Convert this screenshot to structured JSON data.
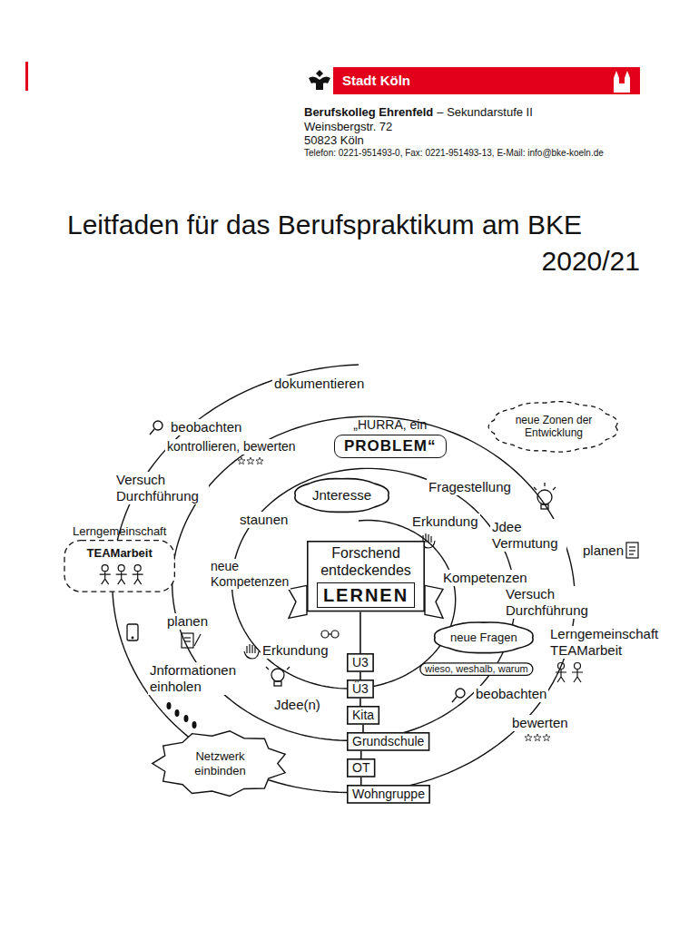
{
  "diagram": {
    "title": "Leitfaden für das Berufspraktikum am BKE",
    "nodes": [
      {
        "text": [
          "neue Zonen der Entwicklung"
        ]
      },
      {
        "text": [
          "„HURRA, ein",
          "PROBLEM“"
        ]
      },
      {
        "text": [
          "Jnteresse"
        ]
      },
      {
        "text": [
          "Lerngemeinschaft",
          "TEAMarbeit"
        ]
      },
      {
        "text": [
          "Forschend entdeckendes",
          "LERNEN"
        ]
      },
      {
        "text": [
          "neue Fragen"
        ]
      },
      {
        "text": [
          "wieso, weshalb, warum"
        ],
        "in": 5
      },
      {
        "text": [
          "U3"
        ]
      },
      {
        "text": [
          "Ü3"
        ]
      },
      {
        "text": [
          "Kita"
        ]
      },
      {
        "text": [
          "Grundschule"
        ]
      },
      {
        "text": [
          "OT"
        ]
      },
      {
        "text": [
          "Wohngruppe"
        ]
      },
      {
        "text": [
          "Netzwerk einbinden"
        ]
      }
    ],
    "edges": [
      {
        "from": 4,
        "to": 7,
        "arrow": "none"
      },
      {
        "from": 7,
        "to": 8,
        "arrow": "none"
      },
      {
        "from": 8,
        "to": 9,
        "arrow": "none"
      },
      {
        "from": 9,
        "to": 10,
        "arrow": "none"
      },
      {
        "from": 10,
        "to": 11,
        "arrow": "none"
      },
      {
        "from": 11,
        "to": 12,
        "arrow": "none"
      }
    ],
    "labels": [
      "Stadt Köln",
      "Berufskolleg Ehrenfeld",
      "– Sekundarstufe II",
      "Weinsbergstr. 72",
      "50823 Köln",
      "Telefon: 0221-951493-0, Fax: 0221-951493-13, E-Mail: info@bke-koeln.de",
      "2020/21",
      "dokumentieren",
      "beobachten",
      "kontrollieren, bewerten",
      "Versuch Durchführung",
      "staunen",
      "Fragestellung",
      "Erkundung",
      "Jdee Vermutung",
      "planen",
      "neue Kompetenzen",
      "Kompetenzen",
      "Versuch Durchführung",
      "planen",
      "Lerngemeinschaft TEAMarbeit",
      "Erkundung",
      "Jnformationen einholen",
      "Jdee(n)",
      "beobachten",
      "bewerten"
    ]
  }
}
